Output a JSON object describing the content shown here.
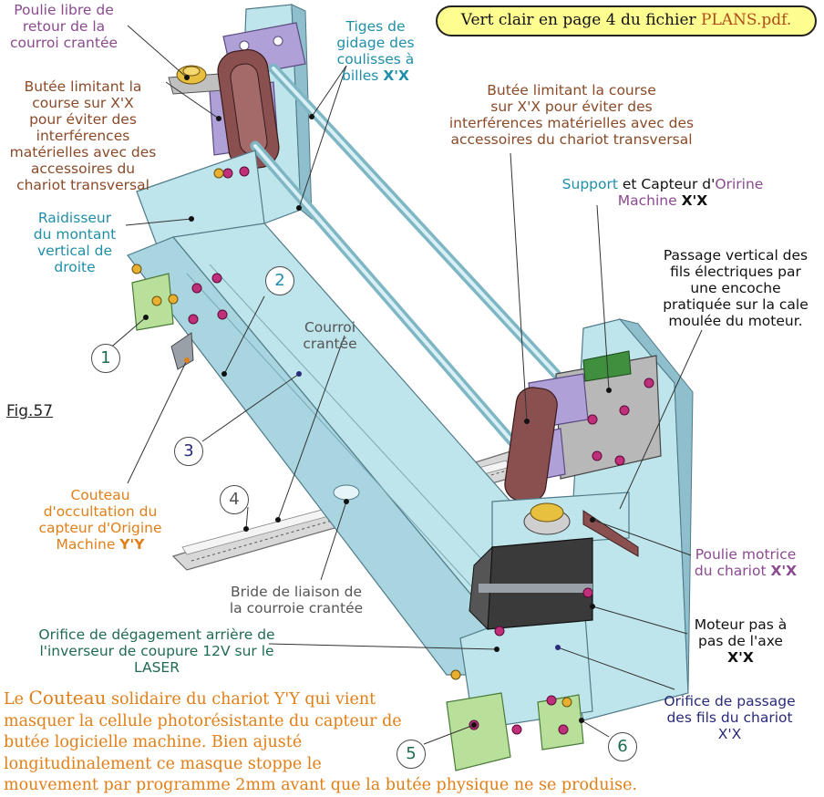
{
  "banner": {
    "prefix": "Vert clair en page 4 du fichier ",
    "file": "PLANS.pdf."
  },
  "figure_label": "Fig.57",
  "labels": {
    "poulie_libre": [
      "Poulie libre de",
      "retour de la",
      "courroi crantée"
    ],
    "butee_left": [
      "Butée limitant la",
      "course sur X'X",
      "pour éviter des",
      "interférences",
      "matérielles avec des",
      "accessoires du",
      "chariot transversal"
    ],
    "tiges": [
      "Tiges de",
      "gidage des",
      "coulisses à"
    ],
    "tiges_last": "billes ",
    "tiges_axis": "X'X",
    "butee_right": [
      "Butée limitant la course",
      "sur X'X pour éviter des",
      "interférences matérielles avec des",
      "accessoires du chariot transversal"
    ],
    "support_a": "Support",
    "support_b": " et Capteur d'",
    "support_c": "Oririne",
    "support_d": "Machine ",
    "support_axis": "X'X",
    "raidisseur": [
      "Raidisseur",
      "du montant",
      "vertical de",
      "droite"
    ],
    "passage": [
      "Passage vertical des",
      "fils électriques par",
      "une encoche",
      "pratiquée sur la cale",
      "moulée du moteur."
    ],
    "courroi": [
      "Courroi",
      "crantée"
    ],
    "couteau": [
      "Couteau",
      "d'occultation du",
      "capteur d'Origine"
    ],
    "couteau_last": "Machine ",
    "couteau_axis": "Y'Y",
    "poulie_motrice": "Poulie motrice",
    "poulie_motrice_2": "du chariot ",
    "poulie_motrice_axis": "X'X",
    "bride": [
      "Bride de liaison de",
      "la courroie crantée"
    ],
    "moteur": [
      "Moteur pas à",
      "pas de l'axe"
    ],
    "moteur_axis": "X'X",
    "orifice_arriere": [
      "Orifice de dégagement arrière de",
      "l'inverseur de coupure 12V sur le",
      "LASER"
    ],
    "orifice_passage": [
      "Orifice de passage",
      "des fils du chariot",
      "X'X"
    ]
  },
  "numbers": [
    "1",
    "2",
    "3",
    "4",
    "5",
    "6"
  ],
  "footer": {
    "l1a": "Le ",
    "l1b": "Couteau",
    "l1c": " solidaire du chariot Y'Y qui vient",
    "l2": "masquer la cellule photorésistante du capteur de",
    "l3": "butée logicielle machine. Bien ajusté",
    "l4": "longitudinalement ce masque stoppe le",
    "l5": "mouvement par programme 2mm avant que la butée physique ne se produise."
  },
  "colors": {
    "frame": "#bfe5ec",
    "frame_dark": "#8fbfcc",
    "bracket": "#b0a0d8",
    "slider": "#8a5050",
    "foot": "#b8e09a",
    "motor": "#3a3a3a",
    "banner_bg": "#fdfd90"
  }
}
